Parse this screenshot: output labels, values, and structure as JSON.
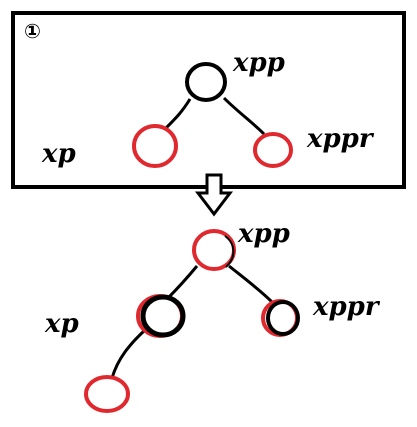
{
  "step_marker": "①",
  "colors": {
    "red": "#e0282f",
    "black": "#000000",
    "background": "#ffffff"
  },
  "before": {
    "labels": {
      "root": "xpp",
      "left": "xp",
      "right": "xppr"
    },
    "nodes": {
      "root": "black",
      "left": "red",
      "right": "red"
    }
  },
  "after": {
    "labels": {
      "root": "xpp",
      "left": "xp",
      "right": "xppr"
    },
    "nodes": {
      "root": "red",
      "left": "black",
      "right": "black",
      "inserted": "red"
    }
  },
  "arrow": "down-arrow"
}
